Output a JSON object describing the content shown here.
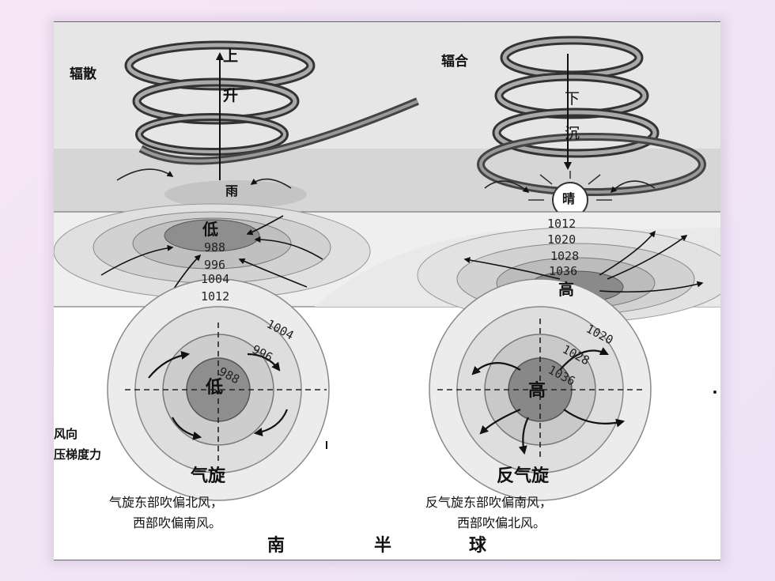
{
  "top_left": {
    "title": "辐散",
    "flow_chars": [
      "上",
      "升"
    ],
    "ground_label": "雨"
  },
  "top_right": {
    "title": "辐合",
    "flow_chars": [
      "下",
      "沉"
    ],
    "ground_label": "晴"
  },
  "middle_left": {
    "center": "低",
    "isobars": [
      "988",
      "996",
      "1004",
      "1012"
    ]
  },
  "middle_right": {
    "center": "高",
    "isobars": [
      "1012",
      "1020",
      "1028",
      "1036"
    ]
  },
  "bottom_left": {
    "center": "低",
    "isobars": [
      "1004",
      "996",
      "988"
    ],
    "caption": "气旋",
    "desc_line1": "气旋东部吹偏北风，",
    "desc_line2": "西部吹偏南风。"
  },
  "bottom_right": {
    "center": "高",
    "isobars": [
      "1020",
      "1028",
      "1036"
    ],
    "caption": "反气旋",
    "desc_line1": "反气旋东部吹偏南风，",
    "desc_line2": "西部吹偏北风。"
  },
  "legend": {
    "wind": "风向",
    "gradient": "压梯度力"
  },
  "footer": {
    "hemisphere": [
      "南",
      "半",
      "球"
    ]
  }
}
